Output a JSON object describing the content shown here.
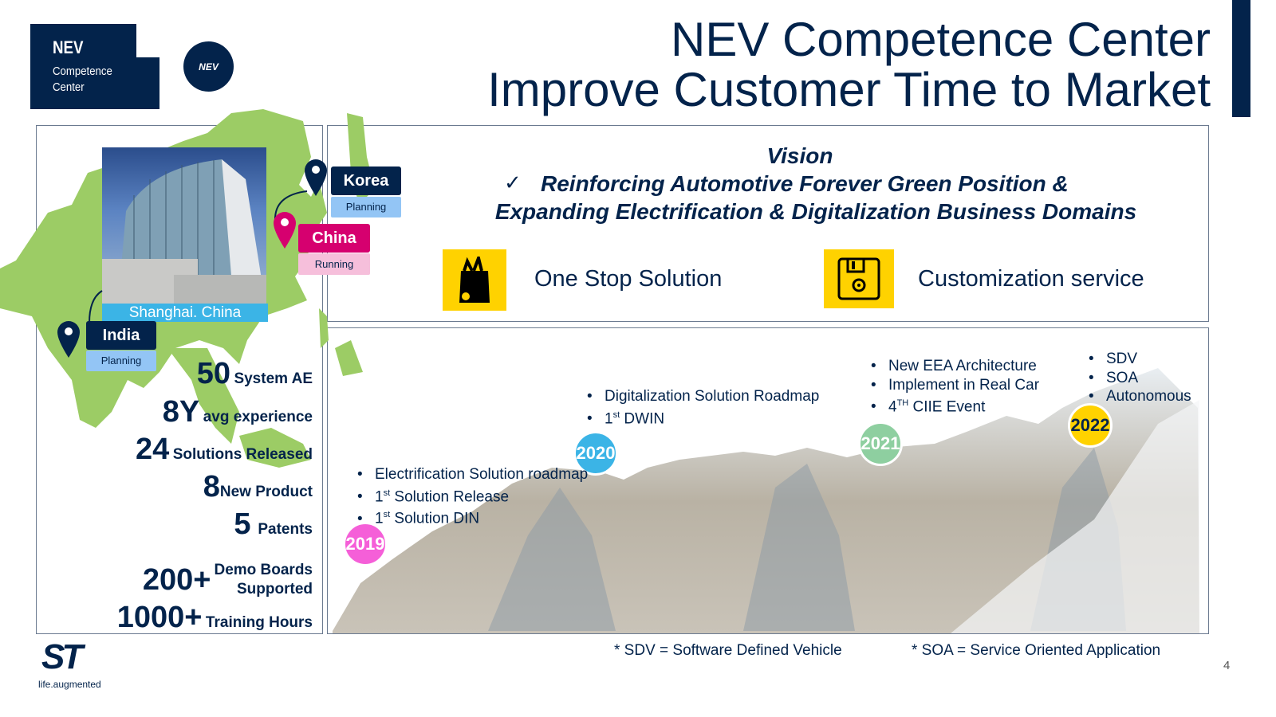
{
  "logo": {
    "nev": "NEV",
    "sub_line1": "Competence",
    "sub_line2": "Center",
    "badge": "NEV"
  },
  "title": {
    "line1": "NEV Competence Center",
    "line2": "Improve Customer Time to Market"
  },
  "locations": {
    "photo_caption": "Shanghai. China",
    "sites": [
      {
        "name": "Korea",
        "status": "Planning"
      },
      {
        "name": "China",
        "status": "Running"
      },
      {
        "name": "India",
        "status": "Planning"
      }
    ]
  },
  "stats": [
    {
      "value": "50",
      "label": "System AE"
    },
    {
      "value": "8Y",
      "label": "avg experience"
    },
    {
      "value": "24",
      "label": "Solutions Released"
    },
    {
      "value": "8",
      "label": "New Product"
    },
    {
      "value": "5",
      "label": "Patents"
    },
    {
      "value": "200+",
      "label_line1": "Demo Boards",
      "label_line2": "Supported"
    },
    {
      "value": "1000+",
      "label": "Training Hours"
    }
  ],
  "vision": {
    "heading": "Vision",
    "check": "✓",
    "line1": "Reinforcing Automotive Forever Green Position &",
    "line2": "Expanding Electrification & Digitalization Business Domains"
  },
  "services": [
    {
      "label": "One Stop Solution",
      "icon": "grocery-bag-icon"
    },
    {
      "label": "Customization service",
      "icon": "floppy-disk-icon"
    }
  ],
  "timeline": [
    {
      "year": "2019",
      "color": "#f55fd8",
      "items": [
        {
          "pre": "Electrification Solution roadmap"
        },
        {
          "pre": "1",
          "sup": "st",
          "post": " Solution Release"
        },
        {
          "pre": "1",
          "sup": "st",
          "post": " Solution DIN"
        }
      ]
    },
    {
      "year": "2020",
      "color": "#3bb4e6",
      "items": [
        {
          "pre": "Digitalization Solution Roadmap"
        },
        {
          "pre": "1",
          "sup": "st",
          "post": " DWIN"
        }
      ]
    },
    {
      "year": "2021",
      "color": "#8ecfa0",
      "items": [
        {
          "pre": "New EEA Architecture"
        },
        {
          "pre": "Implement in Real Car"
        },
        {
          "pre": "4",
          "sup": "TH",
          "post": " CIIE Event"
        }
      ]
    },
    {
      "year": "2022",
      "color": "#ffd200",
      "items": [
        {
          "pre": "SDV"
        },
        {
          "pre": "SOA"
        },
        {
          "pre": "Autonomous"
        }
      ]
    }
  ],
  "footnotes": [
    "* SDV = Software Defined Vehicle",
    "* SOA = Service Oriented Application"
  ],
  "brand": {
    "tagline": "life.augmented",
    "mark": "ST"
  },
  "page_number": "4"
}
